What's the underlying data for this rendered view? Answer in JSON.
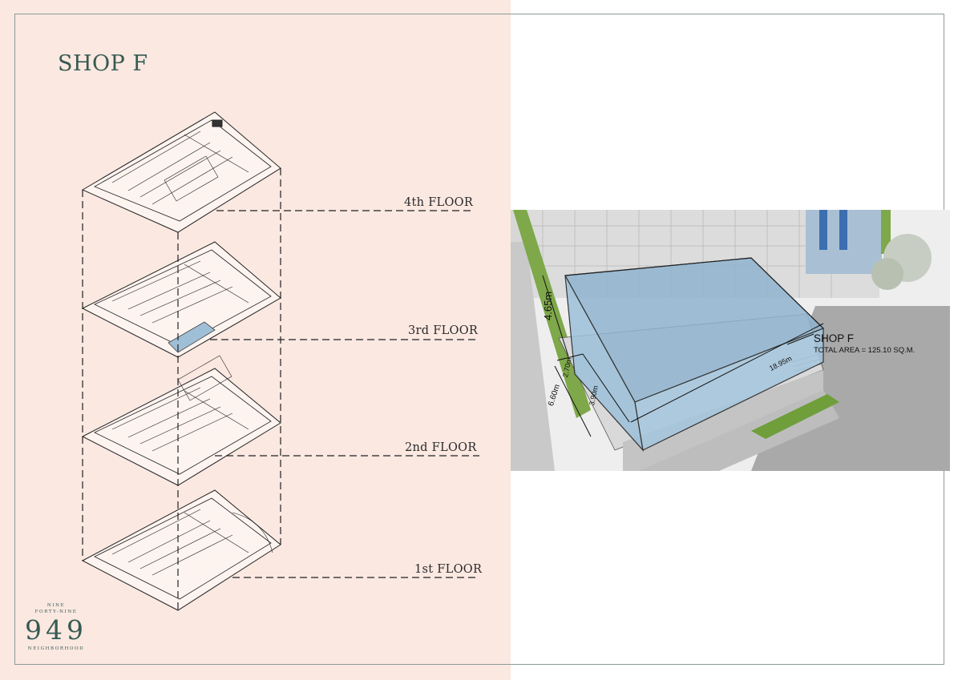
{
  "title": "SHOP F",
  "floors": [
    {
      "label": "4th FLOOR",
      "highlighted": false
    },
    {
      "label": "3rd FLOOR",
      "highlighted": true
    },
    {
      "label": "2nd FLOOR",
      "highlighted": false
    },
    {
      "label": "1st FLOOR",
      "highlighted": false
    }
  ],
  "logo": {
    "line1": "NINE",
    "line2": "FORTY-NINE",
    "number": "949",
    "line3": "NEIGHBORHOOD"
  },
  "render": {
    "shop_name": "SHOP F",
    "total_area": "TOTAL AREA = 125.10 SQ.M.",
    "dimensions": [
      "4.65m",
      "2.70m",
      "3.90m",
      "6.60m",
      "18.95m"
    ]
  },
  "colors": {
    "left_bg": "#fae8e1",
    "accent": "#365a52",
    "shop_fill": "#8fb4cf",
    "greenery": "#7ea84a"
  }
}
